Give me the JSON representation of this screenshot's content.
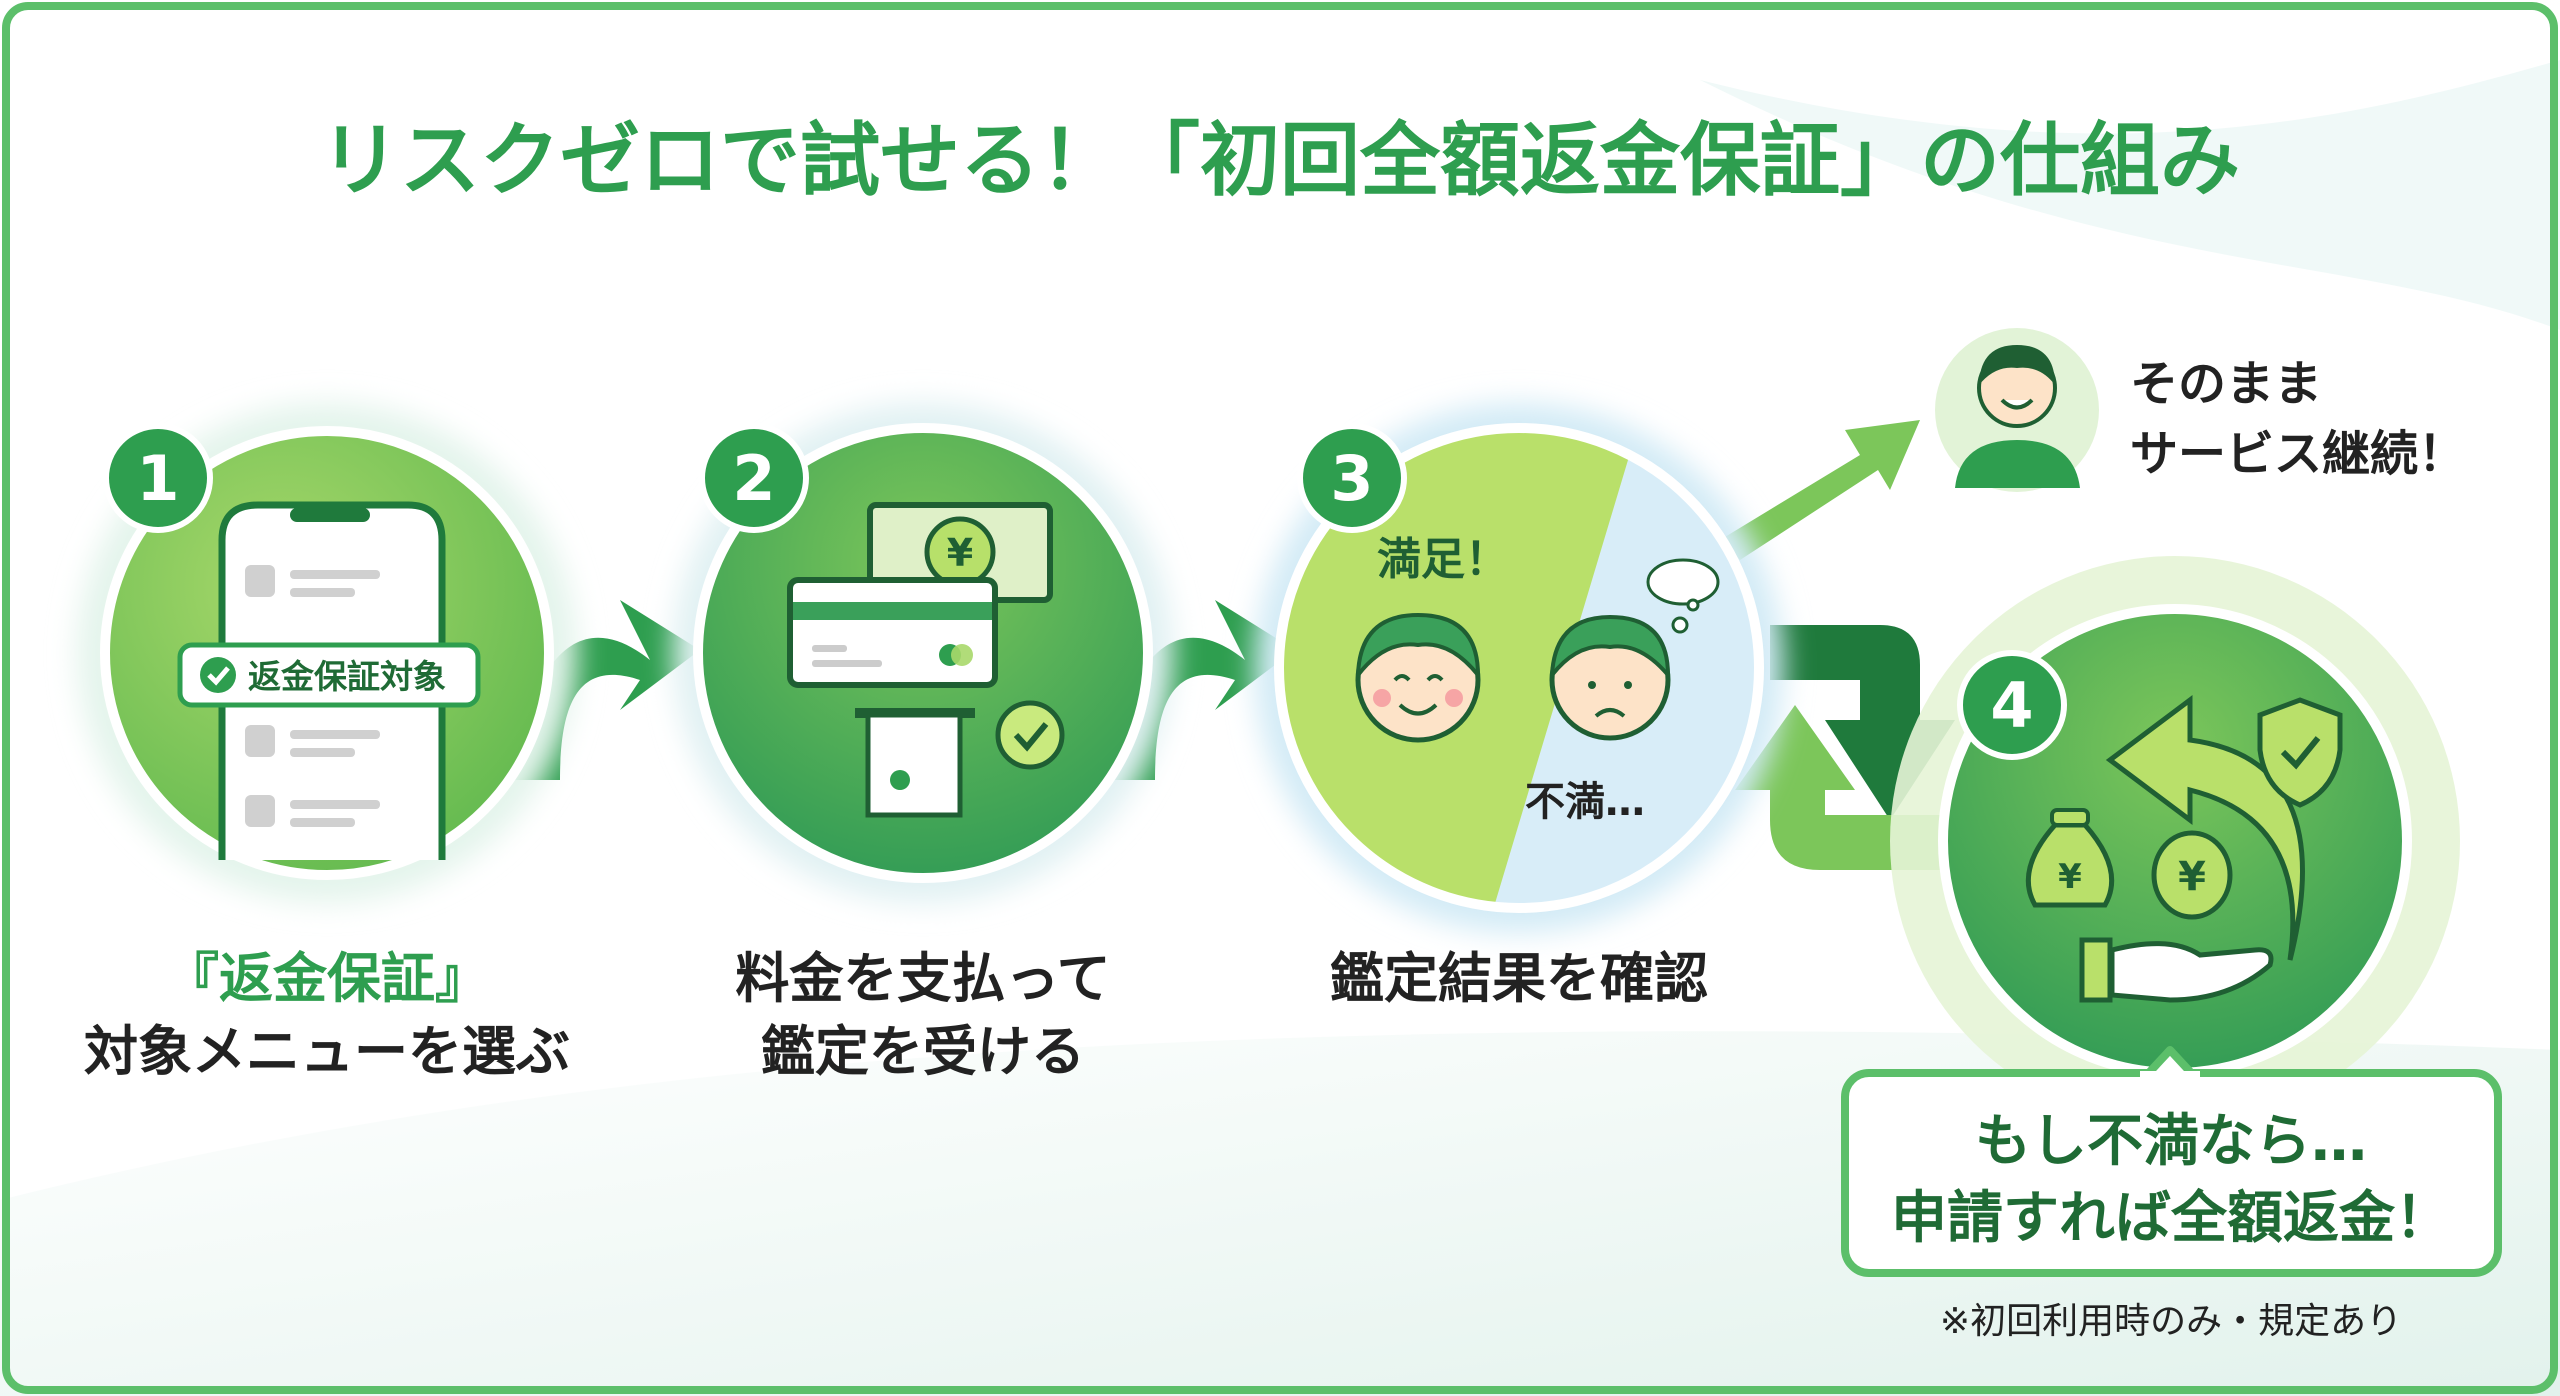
{
  "title": "リスクゼロで試せる！「初回全額返金保証」の仕組み",
  "steps": [
    {
      "number": "1",
      "badge_label": "返金保証対象",
      "label_line1": "『返金保証』",
      "label_line2": "対象メニューを選ぶ"
    },
    {
      "number": "2",
      "currency": "¥",
      "label_line1": "料金を支払って",
      "label_line2": "鑑定を受ける"
    },
    {
      "number": "3",
      "satisfied": "満足！",
      "unsatisfied": "不満…",
      "label_line1": "鑑定結果を確認"
    },
    {
      "number": "4",
      "currency": "¥"
    }
  ],
  "continue": {
    "line1": "そのまま",
    "line2": "サービス継続！"
  },
  "callout": {
    "line1": "もし不満なら…",
    "line2": "申請すれば全額返金！"
  },
  "note": "※初回利用時のみ・規定あり",
  "colors": {
    "primary": "#2e9e4f",
    "dark": "#1f7a3c",
    "light": "#9dd25a",
    "bg_blue": "#d6ecf5"
  }
}
